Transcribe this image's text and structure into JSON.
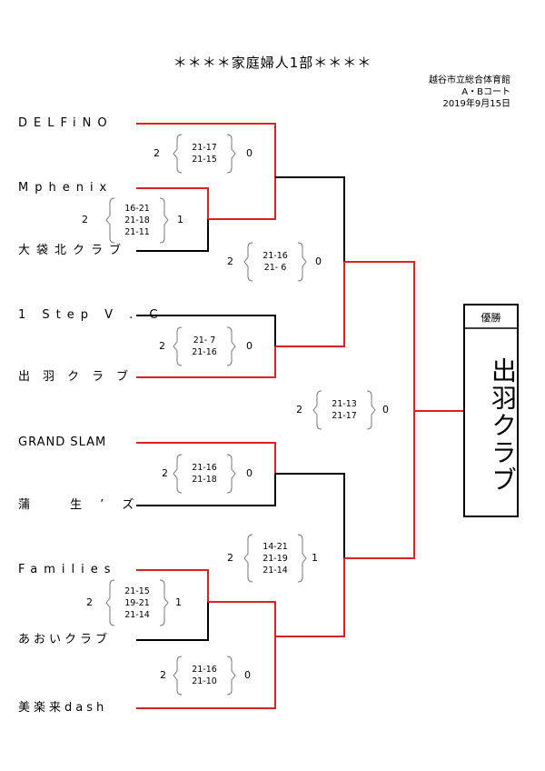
{
  "title": "＊＊＊＊家庭婦人1部＊＊＊＊",
  "venue": {
    "line1": "越谷市立総合体育館",
    "line2": "A・Bコート",
    "date": "2019年9月15日"
  },
  "teams": [
    "DELFiNO",
    "Mphenix",
    "大袋北クラブ",
    "1 Step V . C",
    "出羽クラブ",
    "GRAND SLAM",
    "蒲 生’ズ",
    "Families",
    "あおいクラブ",
    "美楽来dash"
  ],
  "matches": {
    "m1": {
      "left": "2",
      "right": "1",
      "sets": [
        "16-21",
        "21-18",
        "21-11"
      ]
    },
    "m2": {
      "left": "2",
      "right": "0",
      "sets": [
        "21-17",
        "21-15"
      ]
    },
    "m3": {
      "left": "2",
      "right": "0",
      "sets": [
        "21- 7",
        "21-16"
      ]
    },
    "m4": {
      "left": "2",
      "right": "0",
      "sets": [
        "21-16",
        "21- 6"
      ]
    },
    "m5": {
      "left": "2",
      "right": "0",
      "sets": [
        "21-16",
        "21-18"
      ]
    },
    "m6": {
      "left": "2",
      "right": "1",
      "sets": [
        "21-15",
        "19-21",
        "21-14"
      ]
    },
    "m7": {
      "left": "2",
      "right": "0",
      "sets": [
        "21-16",
        "21-10"
      ]
    },
    "m8": {
      "left": "2",
      "right": "1",
      "sets": [
        "14-21",
        "21-19",
        "21-14"
      ]
    },
    "final": {
      "left": "2",
      "right": "0",
      "sets": [
        "21-13",
        "21-17"
      ]
    }
  },
  "winner": {
    "label": "優勝",
    "name": "出羽クラブ"
  },
  "colors": {
    "win": "#e02020",
    "lose": "#000000"
  }
}
